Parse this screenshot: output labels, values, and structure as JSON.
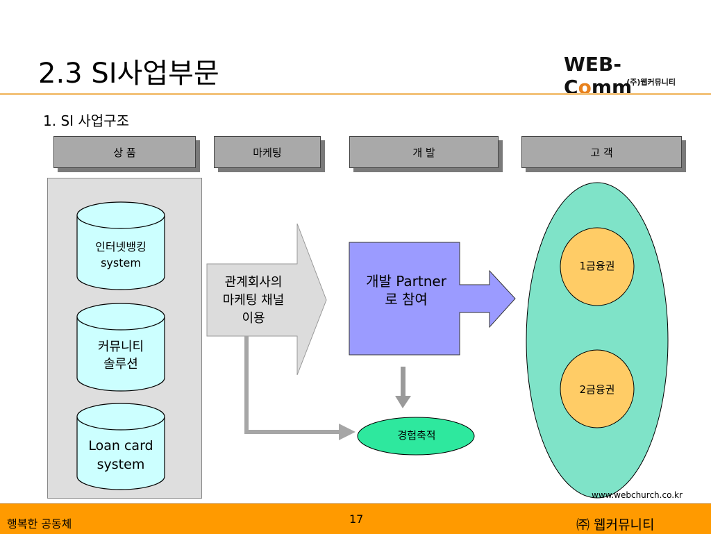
{
  "slide": {
    "title": "2.3  SI사업부문",
    "subtitle": "1. SI 사업구조",
    "logo": {
      "word_prefix": "WEB-C",
      "word_o": "o",
      "word_suffix": "mm",
      "sub": "(주)웹커뮤니티"
    },
    "accent_color": "#f3c27a"
  },
  "headers": {
    "product": "상  품",
    "marketing": "마케팅",
    "development": "개 발",
    "customer": "고 객"
  },
  "products": [
    {
      "line1": "인터넷뱅킹",
      "line2": "system"
    },
    {
      "line1": "커뮤니티",
      "line2": "솔루션"
    },
    {
      "line1": "Loan card",
      "line2": "system"
    }
  ],
  "marketing_arrow": {
    "line1": "관계회사의",
    "line2": "마케팅 채널",
    "line3": "이용"
  },
  "partner": {
    "line1": "개발 Partner",
    "line2": "로 참여",
    "color": "#9b9bff"
  },
  "experience": {
    "label": "경험축적",
    "color": "#2ee89e"
  },
  "customers": [
    {
      "label": "1금융권"
    },
    {
      "label": "2금융권"
    }
  ],
  "customer_colors": {
    "outer": "#7fe3c8",
    "inner": "#ffcc66"
  },
  "footer": {
    "url": "www.webchurch.co.kr",
    "left": "행복한 공동체",
    "page": "17",
    "right": "㈜ 웹커뮤니티",
    "color": "#ff9a00"
  }
}
